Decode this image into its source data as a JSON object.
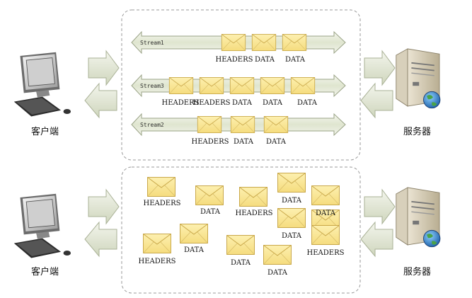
{
  "top_panel": {
    "streams": [
      {
        "name": "Stream1",
        "frames": [
          "HEADERS",
          "DATA",
          "DATA"
        ]
      },
      {
        "name": "Stream3",
        "frames": [
          "HEADERS",
          "HEADERS",
          "DATA",
          "DATA",
          "DATA"
        ]
      },
      {
        "name": "Stream2",
        "frames": [
          "HEADERS",
          "DATA",
          "DATA"
        ]
      }
    ]
  },
  "bottom_panel": {
    "frames": [
      "HEADERS",
      "DATA",
      "HEADERS",
      "DATA",
      "DATA",
      "DATA",
      "HEADERS",
      "DATA",
      "DATA",
      "DATA",
      "DATA",
      "HEADERS"
    ]
  },
  "labels": {
    "client": "客户端",
    "server": "服务器"
  },
  "colors": {
    "envelope_fill": "#fbe9a0",
    "envelope_stroke": "#c9a84a",
    "arrow_fill": "#e6ebd9",
    "panel_border": "#9a9a9a"
  }
}
